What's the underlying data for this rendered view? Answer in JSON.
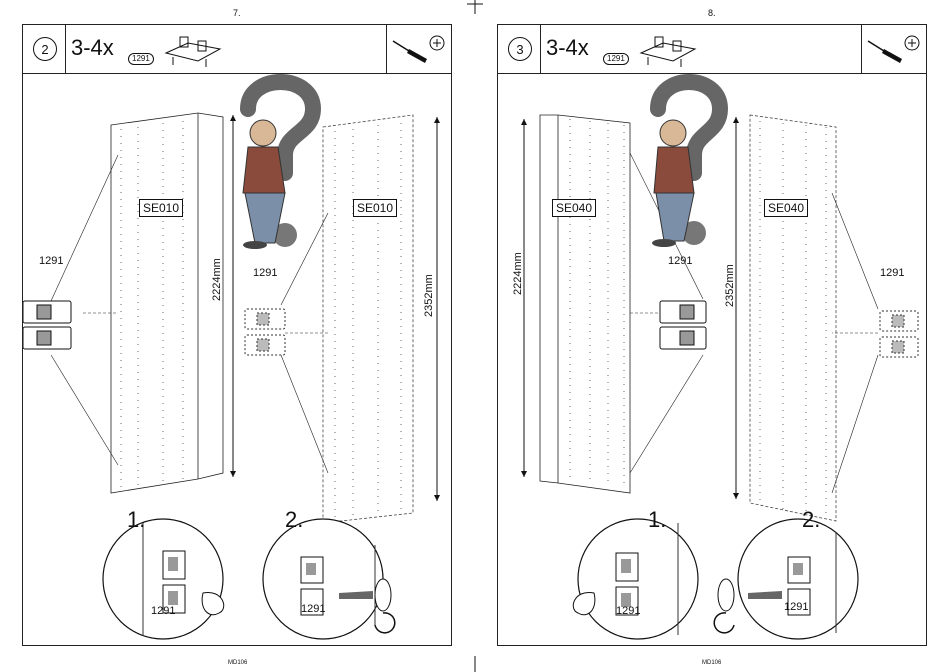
{
  "pages": [
    {
      "page_number": "7.",
      "footer": "MD106",
      "step": "2",
      "quantity": "3-4x",
      "part_id": "1291",
      "panel_front_label": "SE010",
      "panel_back_label": "SE010",
      "dim_front": "2224mm",
      "dim_back": "2352mm",
      "part_left": "1291",
      "part_right": "1291",
      "substep1": "1.",
      "substep2": "2.",
      "detail_part_1": "1291",
      "detail_part_2": "1291"
    },
    {
      "page_number": "8.",
      "footer": "MD106",
      "step": "3",
      "quantity": "3-4x",
      "part_id": "1291",
      "panel_front_label": "SE040",
      "panel_back_label": "SE040",
      "dim_front": "2224mm",
      "dim_back": "2352mm",
      "part_left": "1291",
      "part_right": "1291",
      "substep1": "1.",
      "substep2": "2.",
      "detail_part_1": "1291",
      "detail_part_2": "1291"
    }
  ],
  "icons": [
    "screwdriver-icon",
    "phillips-screw-icon",
    "bracket-part-icon",
    "question-person-icon"
  ]
}
